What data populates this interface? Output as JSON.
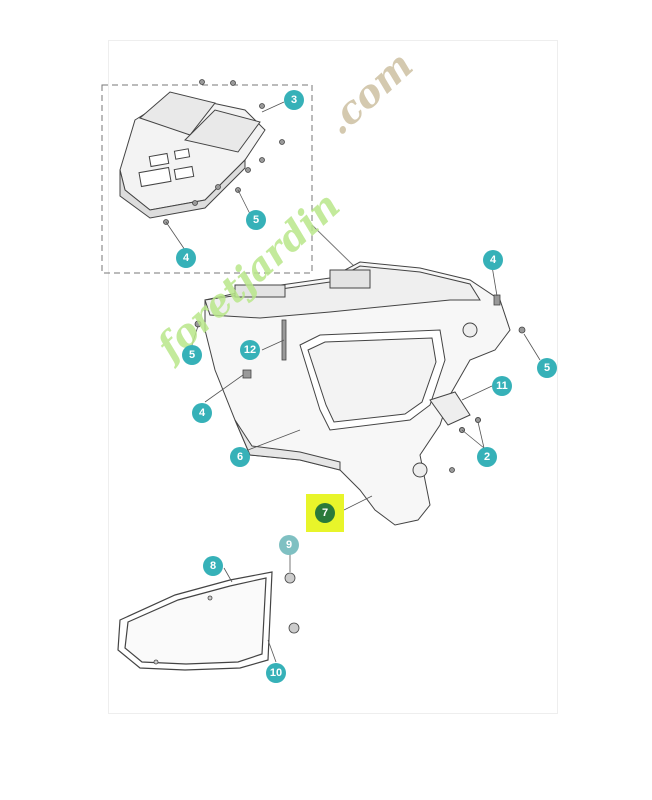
{
  "callouts": {
    "c3": "3",
    "c5_top": "5",
    "c4_top": "4",
    "c4_right": "4",
    "c5_left": "5",
    "c12": "12",
    "c5_right": "5",
    "c4_mid": "4",
    "c11": "11",
    "c6": "6",
    "c2": "2",
    "c7": "7",
    "c9": "9",
    "c8": "8",
    "c10": "10"
  },
  "watermark": {
    "brand_green": "foretjardin",
    "brand_tan": ".com",
    "green_color": "#b9e68a",
    "tan_color": "#cfc3a6"
  },
  "colors": {
    "callout": "#36b1b8",
    "highlight": "#e8f52a",
    "line": "#555555"
  }
}
